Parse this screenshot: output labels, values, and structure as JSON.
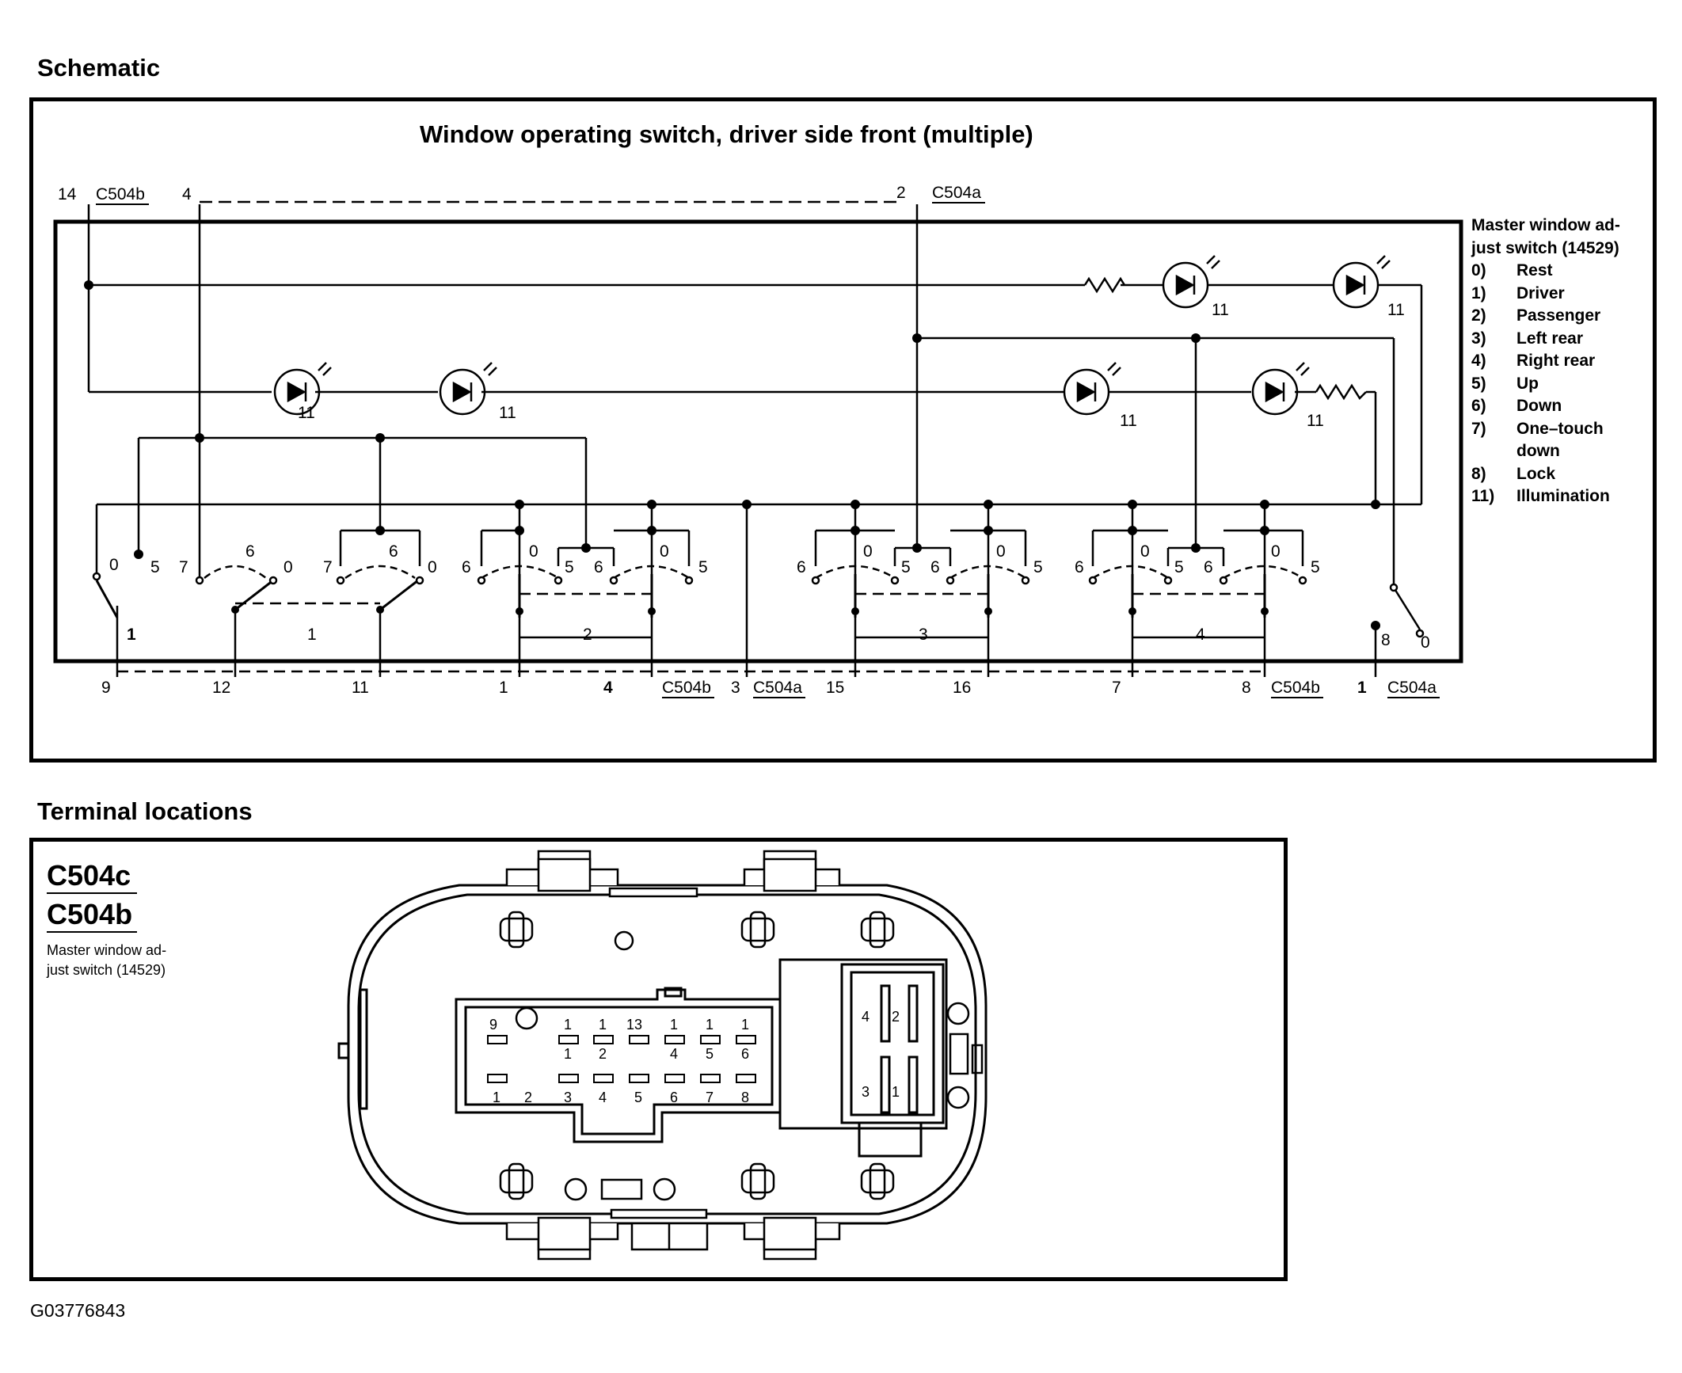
{
  "sections": {
    "schematic_title": "Schematic",
    "terminal_title": "Terminal locations"
  },
  "schematic": {
    "diagram_title": "Window operating switch, driver side front (multiple)",
    "legend": {
      "header_line1": "Master window ad-",
      "header_line2": "just switch (14529)",
      "items": [
        {
          "key": "0)",
          "label": "Rest"
        },
        {
          "key": "1)",
          "label": "Driver"
        },
        {
          "key": "2)",
          "label": "Passenger"
        },
        {
          "key": "3)",
          "label": "Left rear"
        },
        {
          "key": "4)",
          "label": "Right rear"
        },
        {
          "key": "5)",
          "label": "Up"
        },
        {
          "key": "6)",
          "label": "Down"
        },
        {
          "key": "7)",
          "label": "One–touch"
        },
        {
          "key": "",
          "label": "down"
        },
        {
          "key": "8)",
          "label": "Lock"
        },
        {
          "key": "11)",
          "label": "Illumination"
        }
      ]
    },
    "top_pins": {
      "pin14": "14",
      "c504b": "C504b",
      "pin4": "4",
      "pin2": "2",
      "c504a": "C504a"
    },
    "led_label": "11",
    "switch_numbers": {
      "s1": "1",
      "s2": "2",
      "s3": "3",
      "s4": "4"
    },
    "contacts": {
      "c0": "0",
      "c5": "5",
      "c6": "6",
      "c7": "7",
      "c1": "1",
      "c8": "8"
    },
    "bottom_pins": {
      "p9": "9",
      "p12": "12",
      "p11": "11",
      "p1": "1",
      "p4": "4",
      "c504b_1": "C504b",
      "p3": "3",
      "c504a_1": "C504a",
      "p15": "15",
      "p16": "16",
      "p7": "7",
      "p8": "8",
      "c504b_2": "C504b",
      "p1b": "1",
      "c504a_2": "C504a"
    }
  },
  "terminal": {
    "connector_c": "C504c",
    "connector_b": "C504b",
    "desc_line1": "Master window ad-",
    "desc_line2": "just switch (14529)",
    "pin_top": [
      "9",
      "1",
      "1",
      "13",
      "1",
      "1",
      "1"
    ],
    "pin_top_sub": [
      "1",
      "2",
      "4",
      "5",
      "6"
    ],
    "pin_bottom": [
      "1",
      "2",
      "3",
      "4",
      "5",
      "6",
      "7",
      "8"
    ],
    "c504c_pins": [
      "4",
      "2",
      "3",
      "1"
    ]
  },
  "figure_id": "G03776843"
}
